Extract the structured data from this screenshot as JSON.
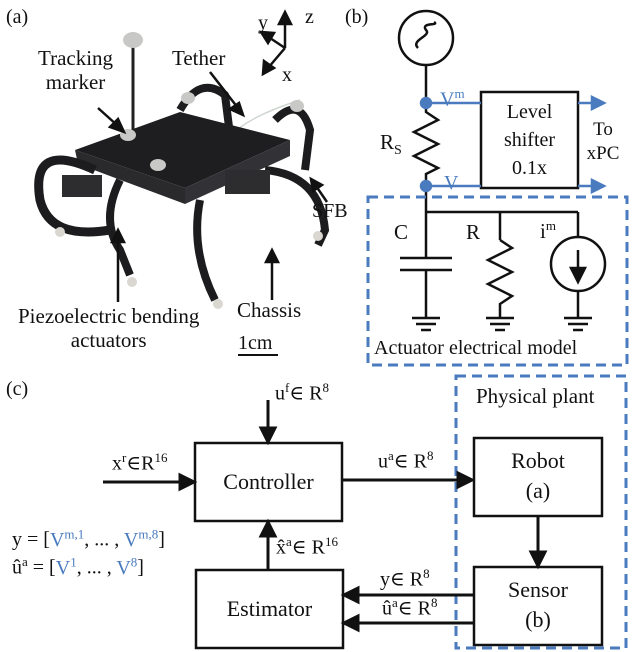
{
  "colors": {
    "accent": "#4a7bbf",
    "stroke": "#111111",
    "robot_dark": "#1c1c1e"
  },
  "panel_a": {
    "tag": "(a)",
    "axes": {
      "x": "x",
      "y": "y",
      "z": "z"
    },
    "tracking_marker": "Tracking\nmarker",
    "tether": "Tether",
    "sfb": "SFB",
    "chassis": "Chassis",
    "actuators": "Piezoelectric bending\nactuators",
    "scale": "1cm"
  },
  "panel_b": {
    "tag": "(b)",
    "vm": "V",
    "vm_sup": "m",
    "v": "V",
    "rs": "R",
    "rs_sub": "S",
    "level_shifter": "Level\nshifter\n0.1x",
    "to_xpc": "To\nxPC",
    "c": "C",
    "r": "R",
    "im": "i",
    "im_sup": "m",
    "model_label": "Actuator electrical model"
  },
  "panel_c": {
    "tag": "(c)",
    "physical_plant": "Physical plant",
    "controller": "Controller",
    "estimator": "Estimator",
    "robot": "Robot",
    "robot_sub": "(a)",
    "sensor": "Sensor",
    "sensor_sub": "(b)",
    "uf": "u",
    "uf_sup": "f",
    "uf_set": "∈ R",
    "uf_dim": "8",
    "xr": "x",
    "xr_sup": "r",
    "xr_set": "∈R",
    "xr_dim": "16",
    "ua": "u",
    "ua_sup": "a",
    "ua_set": "∈ R",
    "ua_dim": "8",
    "xhat": "x̂",
    "xhat_sup": "a",
    "xhat_set": "∈ R",
    "xhat_dim": "16",
    "y": "y",
    "y_set": "∈ R",
    "y_dim": "8",
    "uhat": "û",
    "uhat_sup": "a",
    "uhat_set": "∈ R",
    "uhat_dim": "8",
    "eq1_lhs": "y = [",
    "eq1_v": "V",
    "eq1_v_sup": "m,1",
    "eq1_mid": ", ... , ",
    "eq1_v2": "V",
    "eq1_v2_sup": "m,8",
    "eq1_end": "]",
    "eq2_lhs": "û",
    "eq2_lhs_sup": "a",
    "eq2_eq": " = [",
    "eq2_v": "V",
    "eq2_v_sup": "1",
    "eq2_mid": ", ... , ",
    "eq2_v2": "V",
    "eq2_v2_sup": "8",
    "eq2_end": "]"
  }
}
